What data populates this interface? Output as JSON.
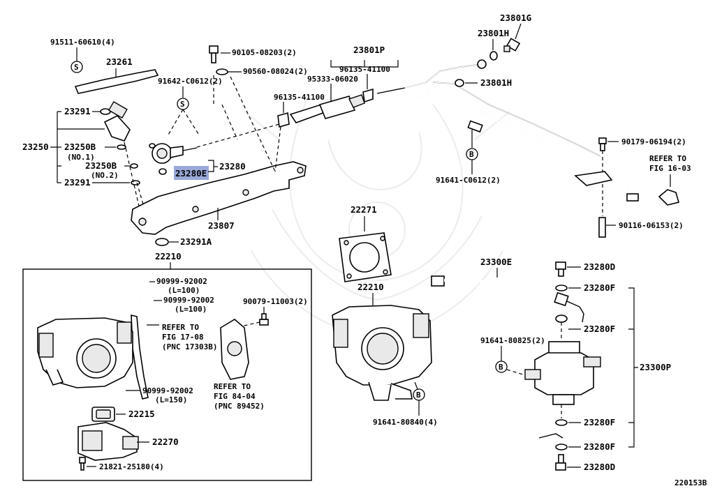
{
  "labels": {
    "p91511": "91511-60610(4)",
    "p23261": "23261",
    "p90105": "90105-08203(2)",
    "p90560": "90560-08024(2)",
    "p23801P": "23801P",
    "p95333": "95333-06020",
    "p96135a": "96135-41100",
    "p96135b": "96135-41100",
    "p23801G": "23801G",
    "p23801H_a": "23801H",
    "p23801H_b": "23801H",
    "p91642": "91642-C0612(2)",
    "p23291a": "23291",
    "p23250": "23250",
    "p23250B1": "23250B",
    "pNO1": "(NO.1)",
    "p23250B2": "23250B",
    "pNO2": "(NO.2)",
    "p23291b": "23291",
    "p23280": "23280",
    "p23280E": "23280E",
    "p23807": "23807",
    "p23291A": "23291A",
    "p22210top": "22210",
    "p90179": "90179-06194(2)",
    "pReferTo1": "REFER TO",
    "pFig1603": "FIG 16-03",
    "p91641c": "91641-C0612(2)",
    "p90116": "90116-06153(2)",
    "p22271": "22271",
    "p22210mid": "22210",
    "p23300E": "23300E",
    "p23280D_a": "23280D",
    "p23280F_a": "23280F",
    "p23280F_b": "23280F",
    "p91641_80825": "91641-80825(2)",
    "p23300P": "23300P",
    "p23280F_c": "23280F",
    "p23280F_d": "23280F",
    "p23280D_b": "23280D",
    "p91641_80840": "91641-80840(4)",
    "p90999a": "90999-92002",
    "pL100a": "(L=100)",
    "p90999b": "90999-92002",
    "pL100b": "(L=100)",
    "p90079": "90079-11003(2)",
    "pReferTo2": "REFER TO",
    "pFig1708": "FIG 17-08",
    "pPnc17303": "(PNC 17303B)",
    "pReferTo3": "REFER TO",
    "pFig8404": "FIG 84-04",
    "pPnc89452": "(PNC 89452)",
    "p90999c": "90999-92002",
    "pL150": "(L=150)",
    "p22215": "22215",
    "p22270": "22270",
    "p21821": "21821-25180(4)",
    "figId": "220153B"
  },
  "symbols": {
    "S": "S",
    "B": "B"
  },
  "highlight": {
    "part": "23280E",
    "color": "#9aa9d9"
  },
  "watermark": "Toyota samurai helmet crest"
}
